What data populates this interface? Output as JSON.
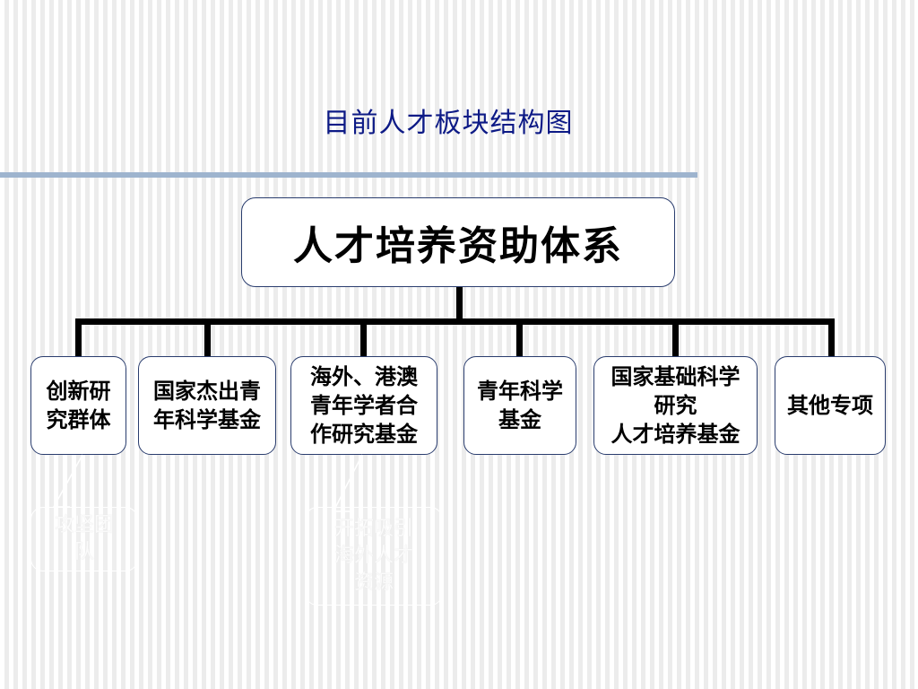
{
  "title": "目前人才板块结构图",
  "root": {
    "label": "人才培养资助体系"
  },
  "children": [
    {
      "label": "创新研\n究群体"
    },
    {
      "label": "国家杰出青\n年科学基金"
    },
    {
      "label": "海外、港澳\n青年学者合\n作研究基金"
    },
    {
      "label": "青年科学\n基金"
    },
    {
      "label": "国家基础科学\n研究\n人才培养基金"
    },
    {
      "label": "其他专项"
    }
  ],
  "callouts": [
    {
      "label": "攻坚团\n队"
    },
    {
      "label": "开拓吸引\n海外人才\n资源"
    }
  ],
  "colors": {
    "title": "#0d1a86",
    "box_border": "#2a3d6e",
    "divider": "#9eb4ce",
    "connector": "#000000"
  }
}
